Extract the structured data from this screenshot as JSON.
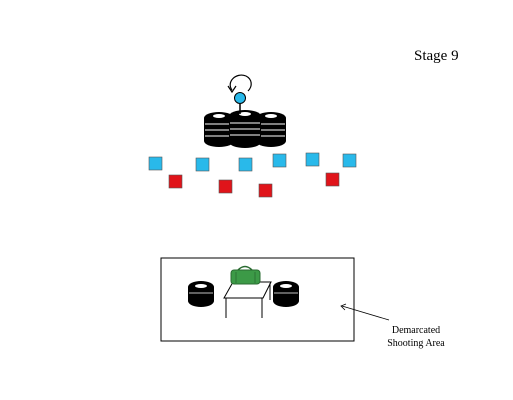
{
  "stage": {
    "title": "Stage 9"
  },
  "shooting_area": {
    "label_line1": "Demarcated",
    "label_line2": "Shooting Area"
  },
  "colors": {
    "blue_target": "#29b9ea",
    "red_target": "#e0141a",
    "tire": "#000000",
    "bag": "#3c9a47",
    "table": "#ffffff",
    "outline": "#000000"
  }
}
